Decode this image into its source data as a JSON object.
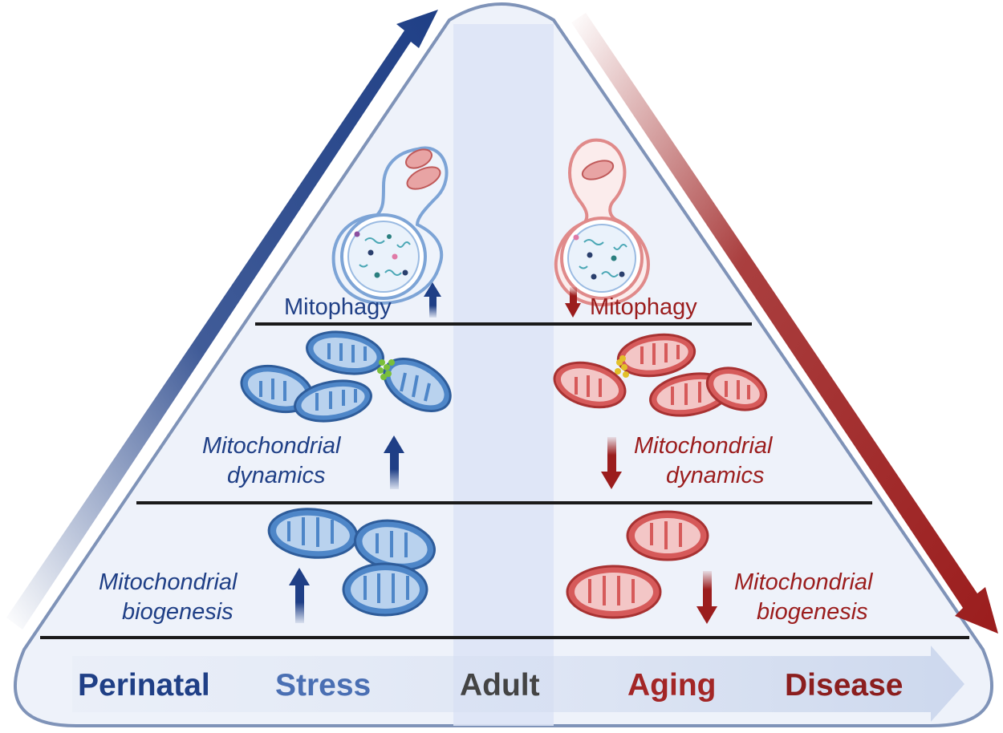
{
  "left_column": {
    "mitophagy": "Mitophagy",
    "dynamics_line1": "Mitochondrial",
    "dynamics_line2": "dynamics",
    "biogenesis_line1": "Mitochondrial",
    "biogenesis_line2": "biogenesis"
  },
  "right_column": {
    "mitophagy": "Mitophagy",
    "dynamics_line1": "Mitochondrial",
    "dynamics_line2": "dynamics",
    "biogenesis_line1": "Mitochondrial",
    "biogenesis_line2": "biogenesis"
  },
  "bottom_stages": [
    {
      "label": "Perinatal",
      "color": "#1f3f86"
    },
    {
      "label": "Stress",
      "color": "#4a6fb3"
    },
    {
      "label": "Adult",
      "color": "#444444"
    },
    {
      "label": "Aging",
      "color": "#a32626"
    },
    {
      "label": "Disease",
      "color": "#8b1e1e"
    }
  ],
  "colors": {
    "blue_dark": "#1f3f86",
    "blue_mito": "#4e86c8",
    "red_dark": "#9b1d1d",
    "red_mito": "#d65a5a",
    "triangle_fill": "#eef2fa",
    "triangle_border": "#7f93b8"
  }
}
